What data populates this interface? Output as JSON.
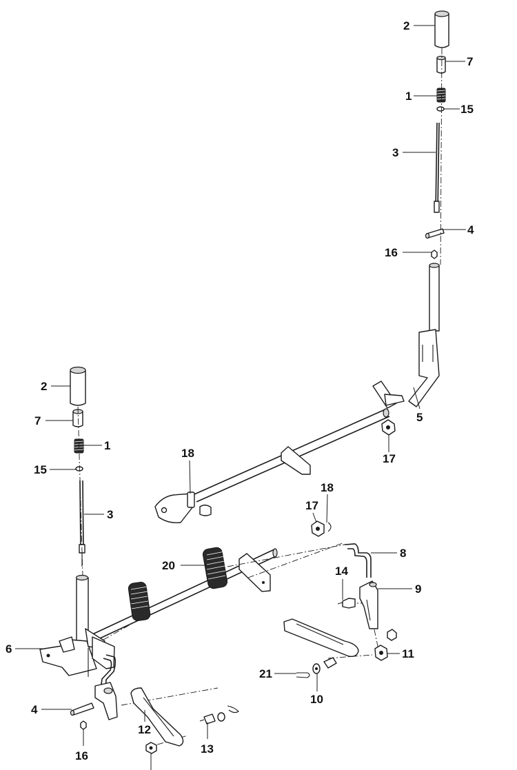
{
  "callouts": [
    {
      "id": "c-2-top",
      "label": "2"
    },
    {
      "id": "c-7-top",
      "label": "7"
    },
    {
      "id": "c-1-top",
      "label": "1"
    },
    {
      "id": "c-15-top",
      "label": "15"
    },
    {
      "id": "c-3-top",
      "label": "3"
    },
    {
      "id": "c-4-top",
      "label": "4"
    },
    {
      "id": "c-16-top",
      "label": "16"
    },
    {
      "id": "c-5",
      "label": "5"
    },
    {
      "id": "c-17-mid",
      "label": "17"
    },
    {
      "id": "c-18-left",
      "label": "18"
    },
    {
      "id": "c-18-right",
      "label": "18"
    },
    {
      "id": "c-17-right",
      "label": "17"
    },
    {
      "id": "c-2-left",
      "label": "2"
    },
    {
      "id": "c-7-left",
      "label": "7"
    },
    {
      "id": "c-1-left",
      "label": "1"
    },
    {
      "id": "c-15-left",
      "label": "15"
    },
    {
      "id": "c-3-left",
      "label": "3"
    },
    {
      "id": "c-20",
      "label": "20"
    },
    {
      "id": "c-8",
      "label": "8"
    },
    {
      "id": "c-14",
      "label": "14"
    },
    {
      "id": "c-9",
      "label": "9"
    },
    {
      "id": "c-6",
      "label": "6"
    },
    {
      "id": "c-11",
      "label": "11"
    },
    {
      "id": "c-21",
      "label": "21"
    },
    {
      "id": "c-10",
      "label": "10"
    },
    {
      "id": "c-4-left",
      "label": "4"
    },
    {
      "id": "c-12",
      "label": "12"
    },
    {
      "id": "c-13",
      "label": "13"
    },
    {
      "id": "c-16-left",
      "label": "16"
    }
  ]
}
